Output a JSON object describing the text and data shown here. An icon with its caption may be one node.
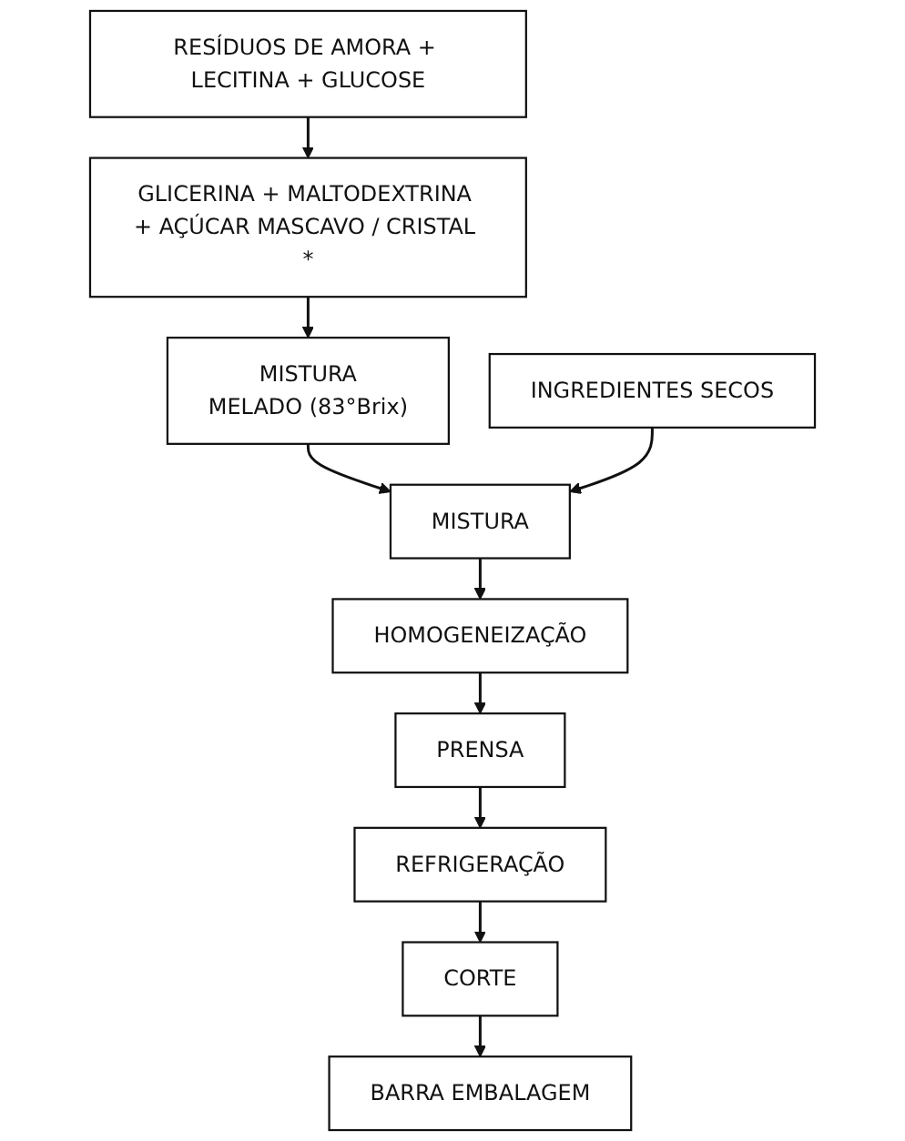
{
  "diagram": {
    "nodes": [
      {
        "text": [
          "RESÍDUOS DE AMORA + LECITINA + GLUCOSE"
        ]
      },
      {
        "text": [
          "GLICERINA + MALTODEXTRINA + AÇÚCAR MASCAVO / CRISTAL *"
        ]
      },
      {
        "text": [
          "MISTURA",
          "MELADO (83°Brix)"
        ]
      },
      {
        "text": [
          "INGREDIENTES SECOS"
        ]
      },
      {
        "text": [
          "MISTURA"
        ]
      },
      {
        "text": [
          "HOMOGENEIZAÇÃO"
        ]
      },
      {
        "text": [
          "PRENSA"
        ]
      },
      {
        "text": [
          "REFRIGERAÇÃO"
        ]
      },
      {
        "text": [
          "CORTE"
        ]
      },
      {
        "text": [
          "BARRA EMBALAGEM"
        ]
      }
    ],
    "edges": [
      {
        "from": 0,
        "to": 1,
        "arrow": "to"
      },
      {
        "from": 1,
        "to": 2,
        "arrow": "to"
      },
      {
        "from": 2,
        "to": 4,
        "arrow": "to"
      },
      {
        "from": 3,
        "to": 4,
        "arrow": "to"
      },
      {
        "from": 4,
        "to": 5,
        "arrow": "to"
      },
      {
        "from": 5,
        "to": 6,
        "arrow": "to"
      },
      {
        "from": 6,
        "to": 7,
        "arrow": "to"
      },
      {
        "from": 7,
        "to": 8,
        "arrow": "to"
      },
      {
        "from": 8,
        "to": 9,
        "arrow": "to"
      }
    ]
  }
}
